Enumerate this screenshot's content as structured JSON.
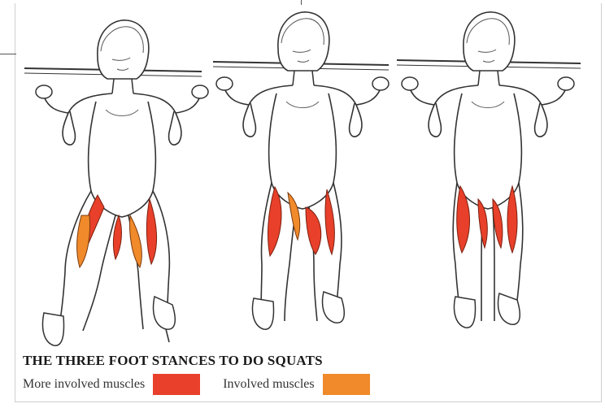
{
  "title": "THE THREE FOOT STANCES TO DO SQUATS",
  "legend": {
    "more_label": "More involved muscles",
    "more_color": "#e8402a",
    "involved_label": "Involved muscles",
    "involved_color": "#f08a2a"
  },
  "figures": [
    {
      "stance": "wide",
      "icon": "wide-stance-squat-figure"
    },
    {
      "stance": "medium",
      "icon": "medium-stance-squat-figure"
    },
    {
      "stance": "narrow",
      "icon": "narrow-stance-squat-figure"
    }
  ]
}
